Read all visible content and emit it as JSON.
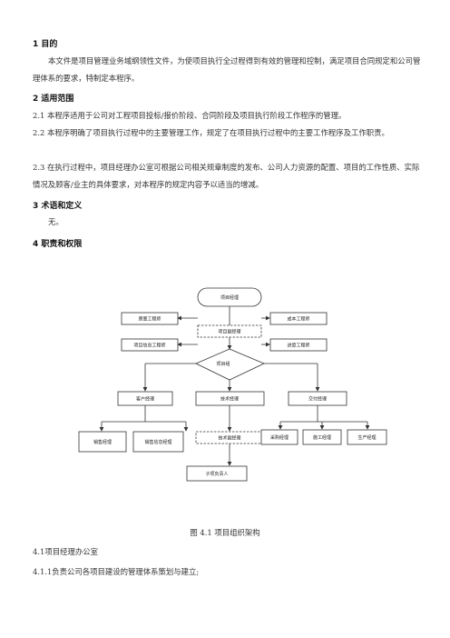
{
  "sections": {
    "s1_title": "1 目的",
    "s1_body": "本文件是项目管理业务域纲领性文件，为使项目执行全过程得到有效的管理和控制，满足项目合同规定和公司管理体系的要求，特制定本程序。",
    "s2_title": "2 适用范围",
    "s2_p1": "2.1 本程序适用于公司对工程项目投标/报价阶段、合同阶段及项目执行阶段工作程序的管理。",
    "s2_p2": "2.2 本程序明确了项目执行过程中的主要管理工作，规定了在项目执行过程中的主要工作程序及工作职责。",
    "s2_p3": "2.3 在执行过程中，项目经理办公室可根据公司相关规章制度的发布、公司人力资源的配置、项目的工作性质、实际情况及顾客/业主的具体要求，对本程序的规定内容予以适当的增减。",
    "s3_title": "3 术语和定义",
    "s3_body": "无。",
    "s4_title": "4 职责和权限"
  },
  "org_chart": {
    "project_manager": "项目经理",
    "quality_engineer": "质量工程师",
    "cost_engineer": "成本工程师",
    "deputy_pm": "项目副经理",
    "info_engineer": "项目信息工程师",
    "schedule_engineer": "进度工程师",
    "project_team": "项目组",
    "client_manager": "客户经理",
    "tech_manager": "技术经理",
    "delivery_manager": "交付经理",
    "sales_manager": "销售经理",
    "sales_support_manager": "销售信息经理",
    "tech_deputy": "技术副经理",
    "specialist": "子项负责人",
    "procurement_manager": "采购经理",
    "construction_manager": "施工经理",
    "production_manager": "生产经理"
  },
  "figure_caption": "图 4.1 项目组织架构",
  "s41_title": "4.1项目经理办公室",
  "s411": "4.1.1负责公司各项目建设的管理体系策划与建立;"
}
